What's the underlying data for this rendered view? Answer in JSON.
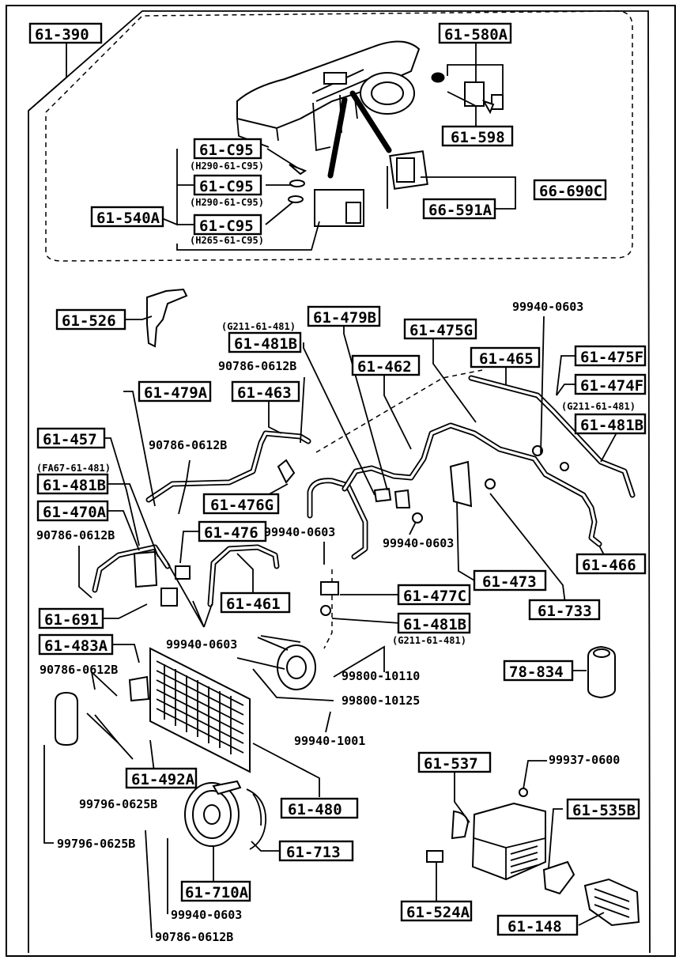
{
  "boxes": {
    "b_61_390": "61-390",
    "b_61_580A": "61-580A",
    "b_61_598": "61-598",
    "b_61_C95_1": "61-C95",
    "b_61_C95_2": "61-C95",
    "b_61_C95_3": "61-C95",
    "b_61_540A": "61-540A",
    "b_66_690C": "66-690C",
    "b_66_591A": "66-591A",
    "b_61_526": "61-526",
    "b_61_479B": "61-479B",
    "b_61_481B_1": "61-481B",
    "b_61_475G": "61-475G",
    "b_61_465": "61-465",
    "b_61_475F": "61-475F",
    "b_61_462": "61-462",
    "b_61_474F": "61-474F",
    "b_61_463": "61-463",
    "b_61_481B_2": "61-481B",
    "b_61_479A": "61-479A",
    "b_61_457": "61-457",
    "b_61_481B_3": "61-481B",
    "b_61_476G": "61-476G",
    "b_61_470A": "61-470A",
    "b_61_476": "61-476",
    "b_61_473": "61-473",
    "b_61_466": "61-466",
    "b_61_461": "61-461",
    "b_61_477C": "61-477C",
    "b_61_733": "61-733",
    "b_61_691": "61-691",
    "b_61_481B_4": "61-481B",
    "b_61_483A": "61-483A",
    "b_78_834": "78-834",
    "b_61_537": "61-537",
    "b_61_492A": "61-492A",
    "b_61_535B": "61-535B",
    "b_61_480": "61-480",
    "b_61_713": "61-713",
    "b_61_710A": "61-710A",
    "b_61_524A": "61-524A",
    "b_61_148": "61-148"
  },
  "notes": {
    "n_99940_0603_a": "99940-0603",
    "n_90786_0612B_a": "90786-0612B",
    "n_90786_0612B_b": "90786-0612B",
    "n_90786_0612B_c": "90786-0612B",
    "n_99940_0603_b": "99940-0603",
    "n_99940_0603_c": "99940-0603",
    "n_99940_0603_d": "99940-0603",
    "n_99800_10110": "99800-10110",
    "n_90786_0612B_d": "90786-0612B",
    "n_99800_10125": "99800-10125",
    "n_99940_1001": "99940-1001",
    "n_99937_0600": "99937-0600",
    "n_99796_0625B_a": "99796-0625B",
    "n_99796_0625B_b": "99796-0625B",
    "n_99940_0603_e": "99940-0603",
    "n_90786_0612B_e": "90786-0612B"
  },
  "subnotes": {
    "s_H290_a": "(H290-61-C95)",
    "s_H290_b": "(H290-61-C95)",
    "s_H265": "(H265-61-C95)",
    "s_G211_a": "(G211-61-481)",
    "s_G211_b": "(G211-61-481)",
    "s_FA67": "(FA67-61-481)",
    "s_G211_c": "(G211-61-481)"
  }
}
